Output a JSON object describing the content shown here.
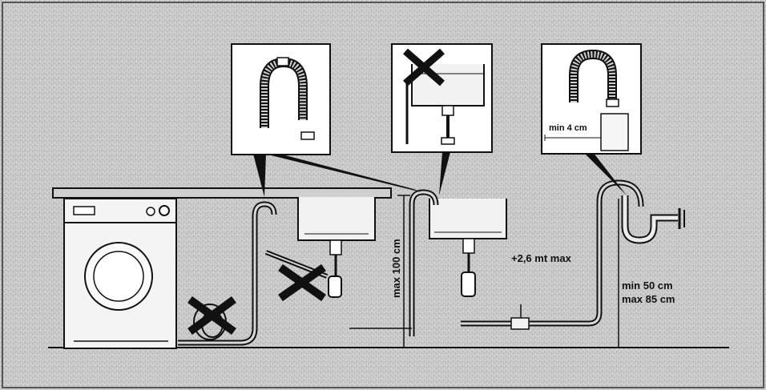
{
  "labels": {
    "max_height": "max 100 cm",
    "extension": "+2,6 mt max",
    "min_height": "min 50 cm",
    "max_height_siphon": "max 85 cm",
    "min_gap": "min 4 cm"
  },
  "colors": {
    "background": "#c8c8c8",
    "ink": "#111111",
    "panel": "#ffffff",
    "sink": "#f2f2f2"
  },
  "markers": {
    "wrong_install_count": 3
  }
}
